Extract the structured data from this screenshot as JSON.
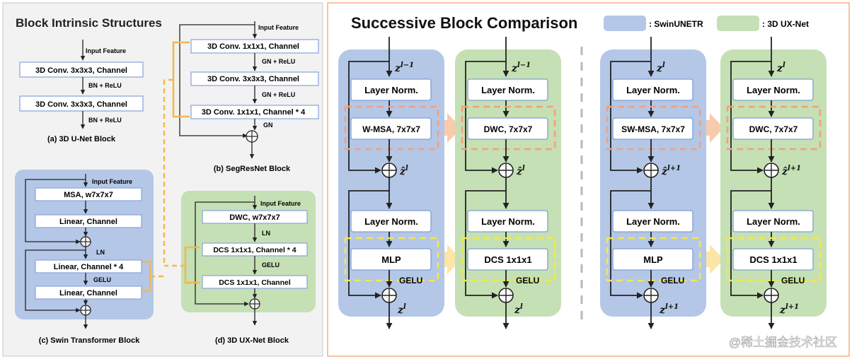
{
  "left_panel": {
    "title": "Block Intrinsic Structures",
    "unet": {
      "input": "Input Feature",
      "conv1": "3D Conv. 3x3x3, Channel",
      "norm1": "BN + ReLU",
      "conv2": "3D Conv. 3x3x3, Channel",
      "norm2": "BN + ReLU",
      "caption": "(a) 3D U-Net Block"
    },
    "segres": {
      "input": "Input Feature",
      "conv1": "3D Conv. 1x1x1, Channel",
      "norm1": "GN + ReLU",
      "conv2": "3D Conv. 3x3x3, Channel",
      "norm2": "GN + ReLU",
      "conv3": "3D Conv. 1x1x1, Channel * 4",
      "norm3": "GN",
      "caption": "(b) SegResNet Block"
    },
    "swin": {
      "input": "Input Feature",
      "msa": "MSA, w7x7x7",
      "linear1": "Linear, Channel",
      "ln": "LN",
      "linear2": "Linear, Channel * 4",
      "gelu": "GELU",
      "linear3": "Linear, Channel",
      "caption": "(c) Swin Transformer Block"
    },
    "uxnet": {
      "input": "Input Feature",
      "dwc": "DWC, w7x7x7",
      "ln": "LN",
      "dcs1": "DCS 1x1x1, Channel * 4",
      "gelu": "GELU",
      "dcs2": "DCS 1x1x1, Channel",
      "caption": "(d) 3D UX-Net Block"
    }
  },
  "right_panel": {
    "title": "Successive Block Comparison",
    "legend": [
      {
        "label": ": SwinUNETR",
        "color": "#b4c7e7"
      },
      {
        "label": ": 3D UX-Net",
        "color": "#c5e0b4"
      }
    ],
    "columns": [
      {
        "layer_norm_1": "Layer Norm.",
        "attn": "W-MSA, 7x7x7",
        "layer_norm_2": "Layer Norm.",
        "mlp": "MLP",
        "gelu": "GELU",
        "z_in": "z",
        "z_in_sup": "l−1",
        "z_mid": "ẑ",
        "z_mid_sup": "l",
        "z_out": "z",
        "z_out_sup": "l"
      },
      {
        "layer_norm_1": "Layer Norm.",
        "attn": "DWC, 7x7x7",
        "layer_norm_2": "Layer Norm.",
        "mlp": "DCS 1x1x1",
        "gelu": "GELU",
        "z_in": "z",
        "z_in_sup": "l−1",
        "z_mid": "ẑ",
        "z_mid_sup": "l",
        "z_out": "z",
        "z_out_sup": "l"
      },
      {
        "layer_norm_1": "Layer Norm.",
        "attn": "SW-MSA, 7x7x7",
        "layer_norm_2": "Layer Norm.",
        "mlp": "MLP",
        "gelu": "GELU",
        "z_in": "z",
        "z_in_sup": "l",
        "z_mid": "ẑ",
        "z_mid_sup": "l+1",
        "z_out": "z",
        "z_out_sup": "l+1"
      },
      {
        "layer_norm_1": "Layer Norm.",
        "attn": "DWC, 7x7x7",
        "layer_norm_2": "Layer Norm.",
        "mlp": "DCS 1x1x1",
        "gelu": "GELU",
        "z_in": "z",
        "z_in_sup": "l",
        "z_mid": "ẑ",
        "z_mid_sup": "l+1",
        "z_out": "z",
        "z_out_sup": "l+1"
      }
    ]
  },
  "watermark": "@稀土掘金技术社区",
  "colors": {
    "swin_bg": "#b4c7e7",
    "ux_bg": "#c5e0b4",
    "orange_dash": "#f4a07a",
    "yellow_dash": "#f2e84a",
    "connector": "#f2b84b",
    "arrow_fill": "#f8cbad"
  }
}
